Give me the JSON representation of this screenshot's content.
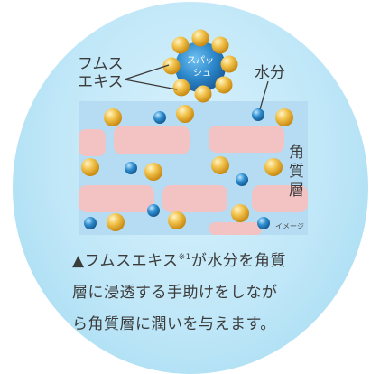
{
  "labels": {
    "fumusu_extract": [
      "フムス",
      "エキス"
    ],
    "splash": [
      "スパッ",
      "シュ"
    ],
    "water": "水分",
    "stratum_corneum": [
      "角",
      "質",
      "層"
    ],
    "image_note": "イメージ"
  },
  "caption": {
    "line1_prefix": "▲フムスエキス",
    "line1_note": "※1",
    "line1_suffix": "が水分を角質",
    "line2": "層に浸透する手助けをしなが",
    "line3": "ら角質層に潤いを与えます。"
  },
  "colors": {
    "gold_bead": "#e8b23a",
    "blue_bead": "#2f8fd0",
    "cell": "#f3c4c4",
    "layer_band": "#b9ddf2"
  }
}
